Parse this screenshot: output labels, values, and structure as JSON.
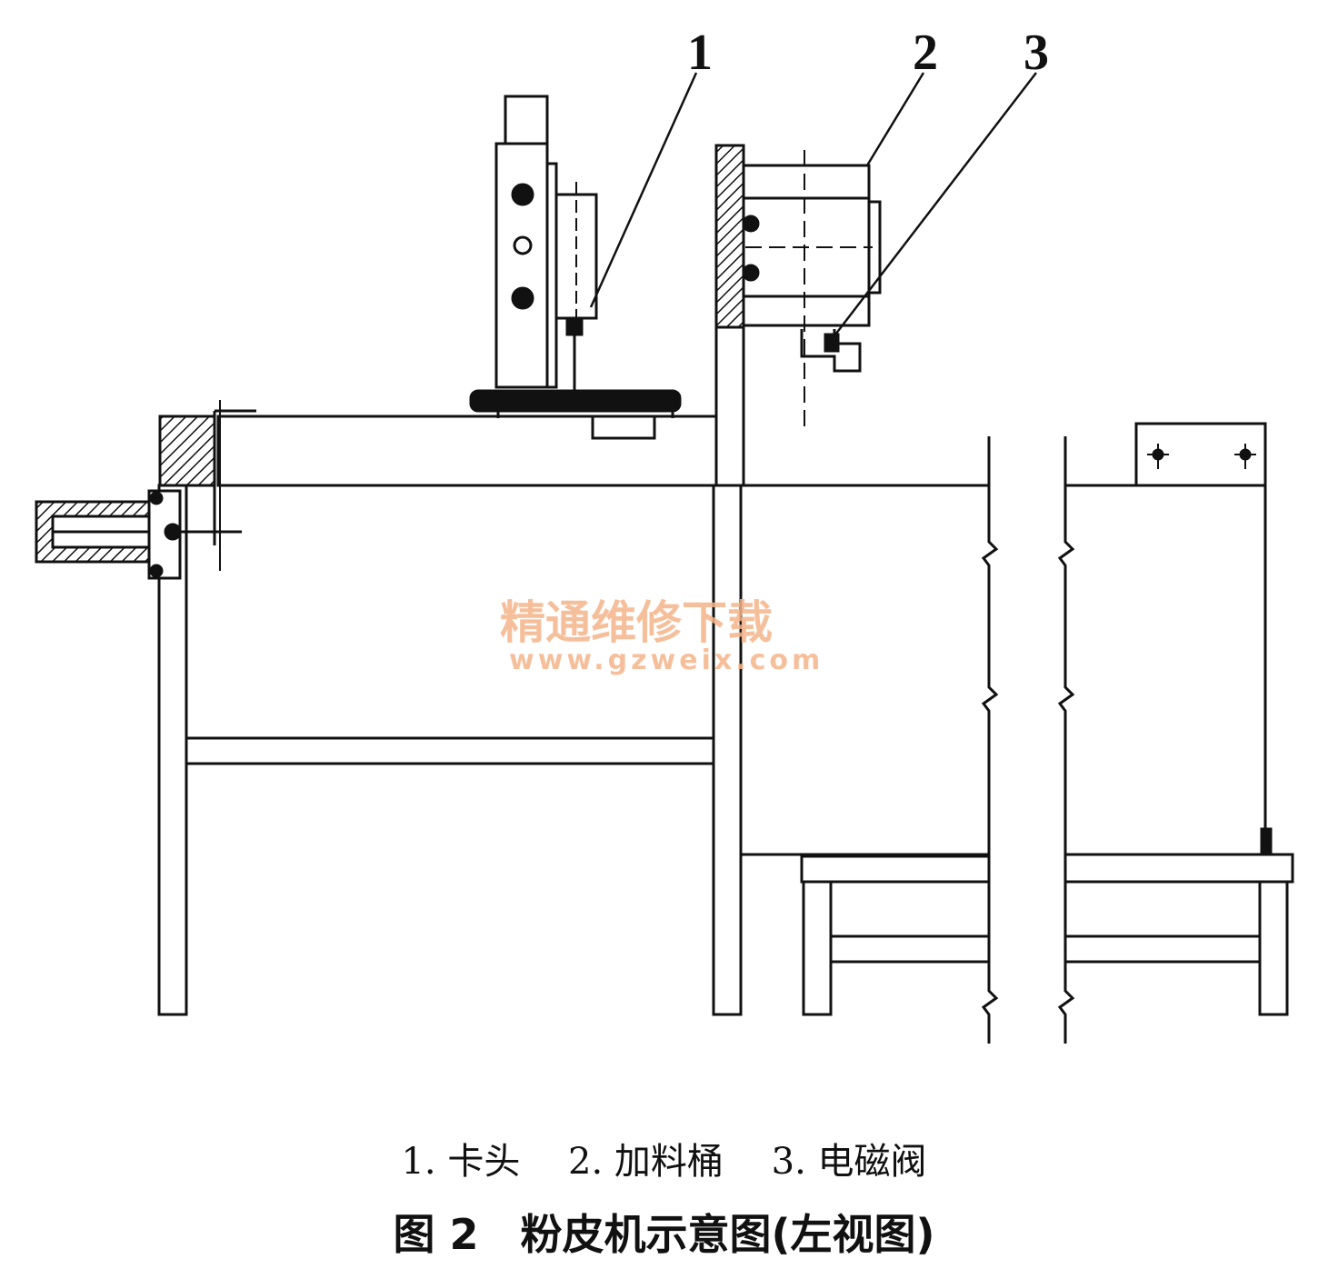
{
  "callouts": [
    "1",
    "2",
    "3"
  ],
  "legend": {
    "items": [
      "1. 卡头",
      "2. 加料桶",
      "3. 电磁阀"
    ]
  },
  "caption": "图 2　粉皮机示意图(左视图)",
  "watermark": {
    "line1": "精通维修下载",
    "line2": "www.gzweix.com",
    "color": "#f5b58a"
  },
  "colors": {
    "ink": "#111111",
    "background": "#ffffff"
  }
}
